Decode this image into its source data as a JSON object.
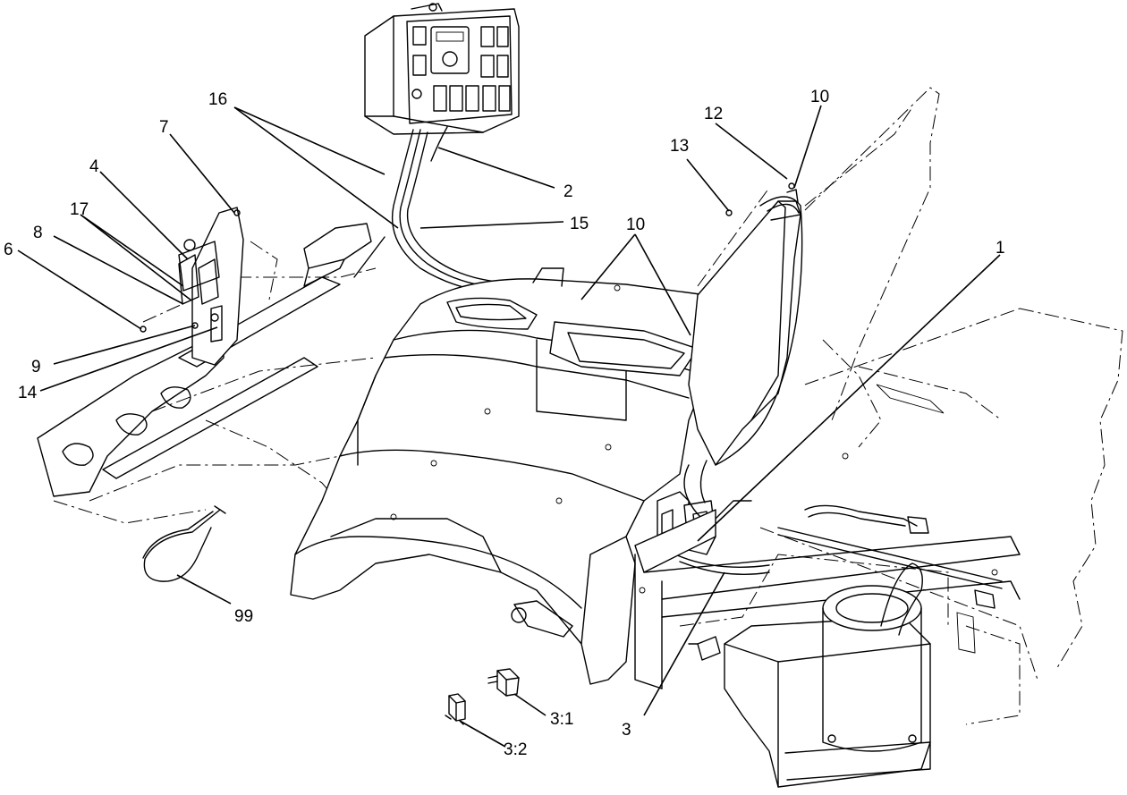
{
  "callouts": {
    "c1": "1",
    "c2": "2",
    "c3": "3",
    "c3_1": "3:1",
    "c3_2": "3:2",
    "c4": "4",
    "c6": "6",
    "c7": "7",
    "c8": "8",
    "c9": "9",
    "c10_top": "10",
    "c10_mid": "10",
    "c12": "12",
    "c13": "13",
    "c14": "14",
    "c15": "15",
    "c16": "16",
    "c17": "17",
    "c99": "99"
  }
}
